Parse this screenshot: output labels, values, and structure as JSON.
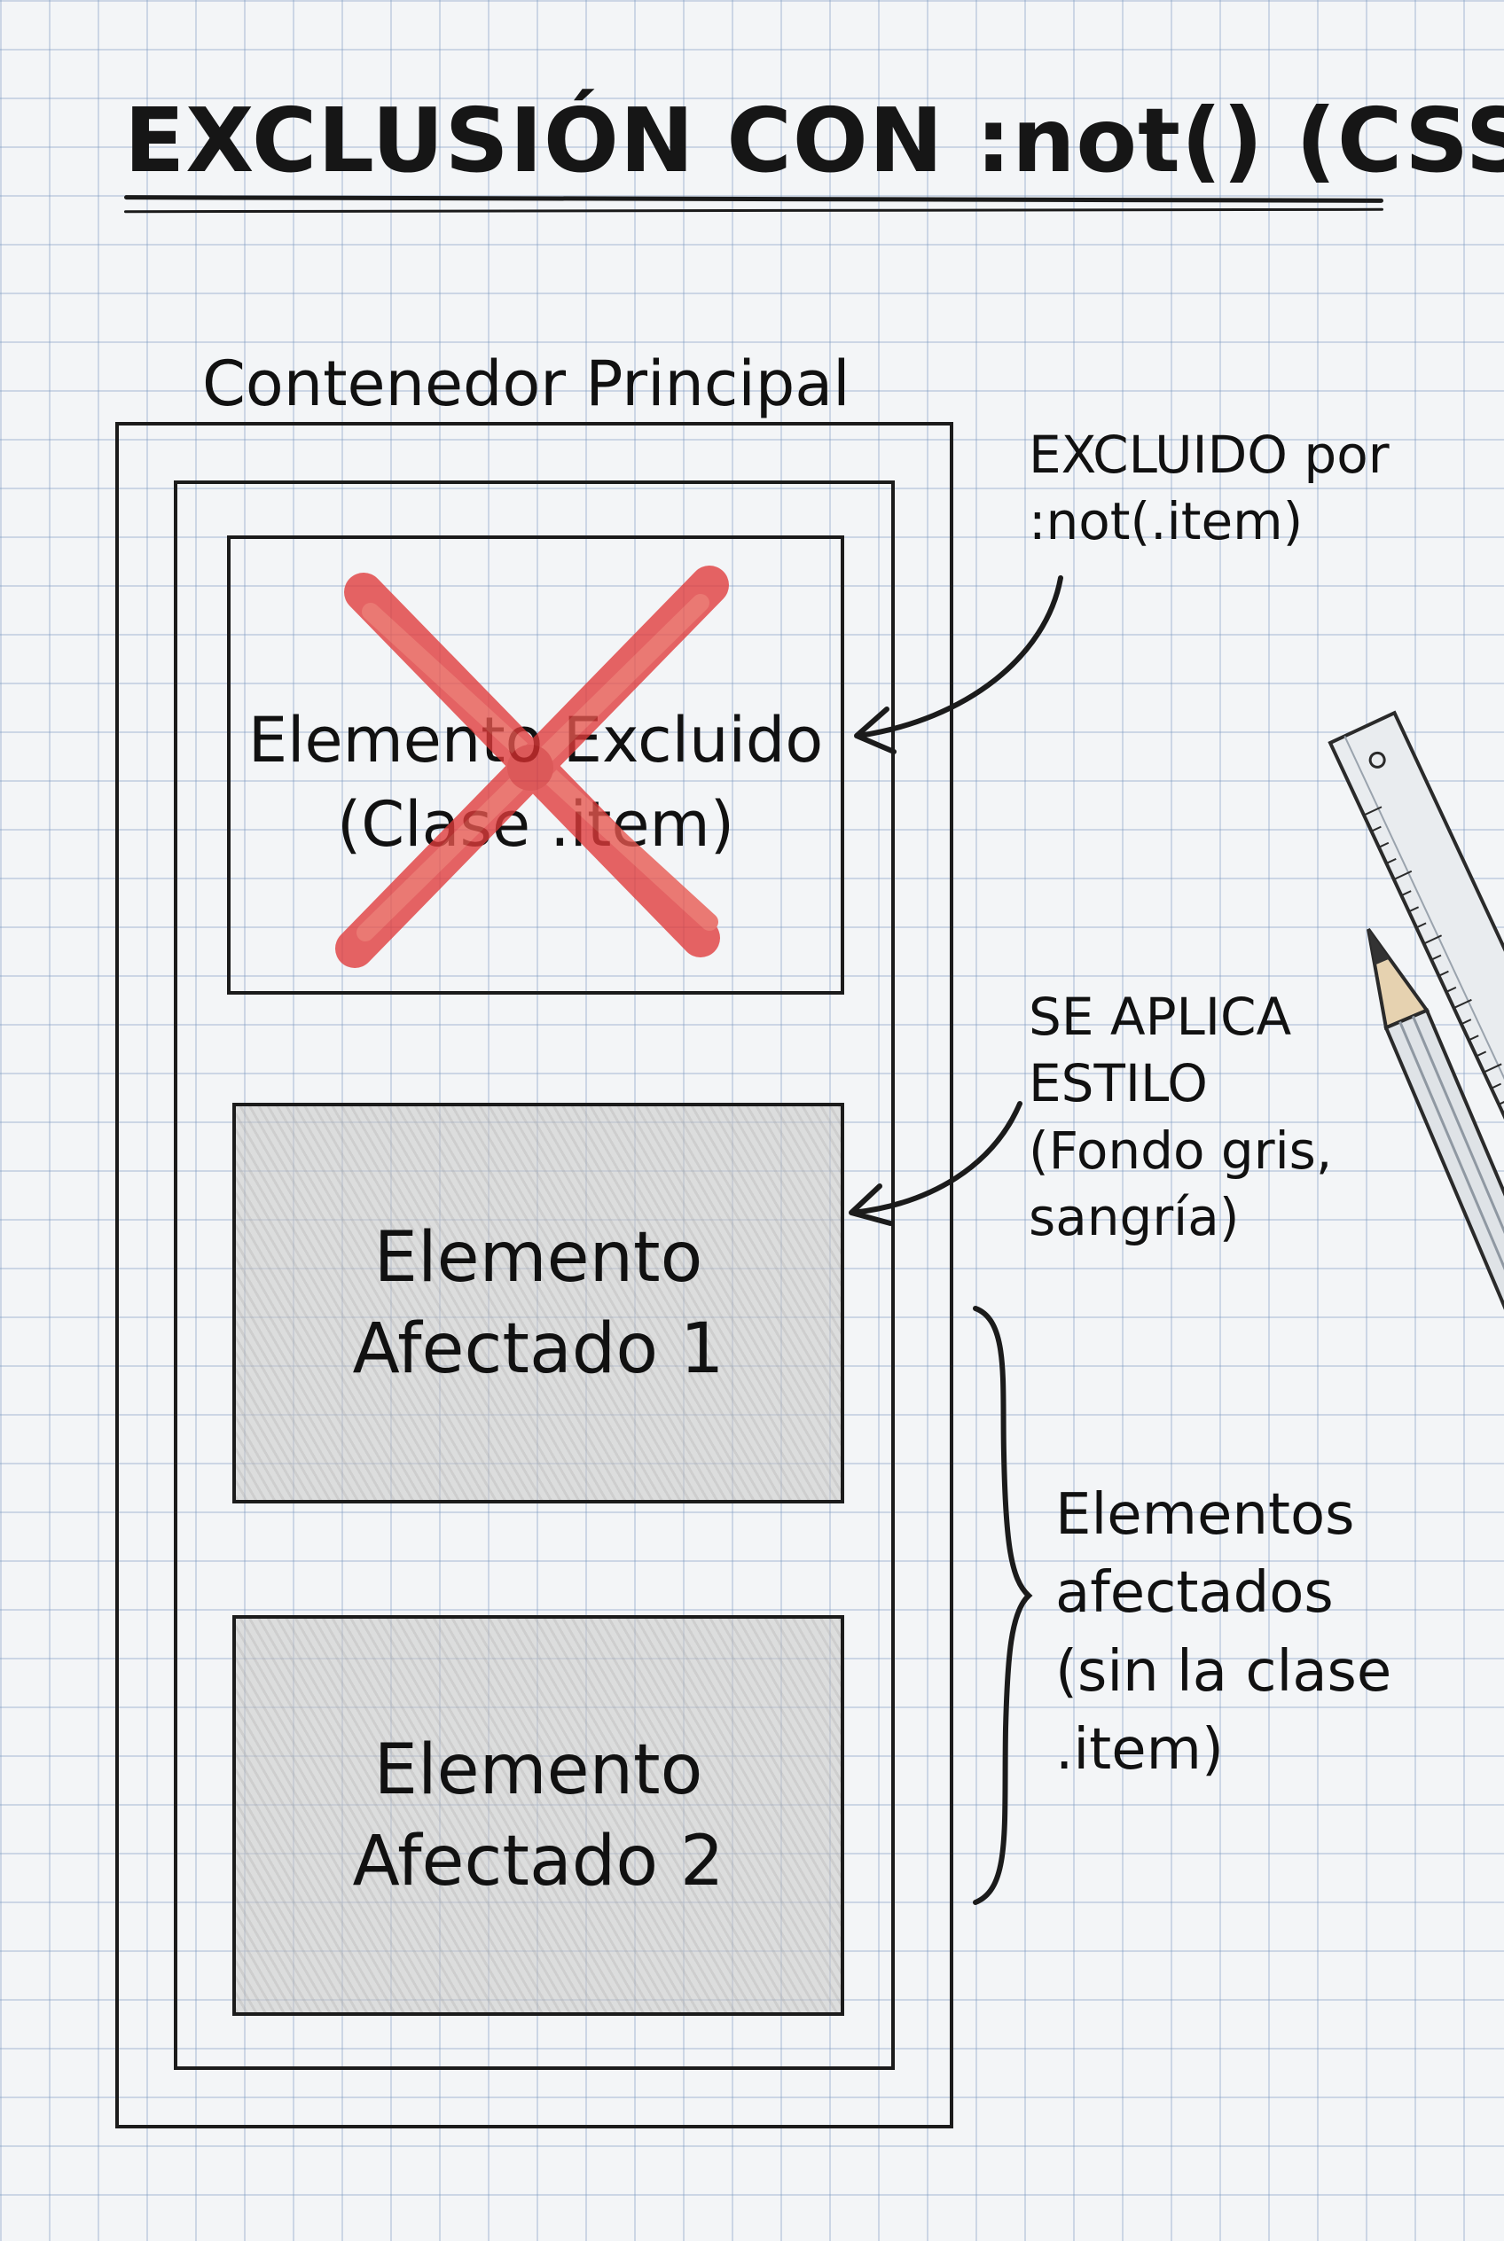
{
  "title": "EXCLUSIÓN CON :not() (CSS)",
  "container_label": "Contenedor Principal",
  "excluded_box": {
    "line1": "Elemento Excluido",
    "line2": "(Clase .item)"
  },
  "affected_box_1": {
    "line1": "Elemento",
    "line2": "Afectado 1"
  },
  "affected_box_2": {
    "line1": "Elemento",
    "line2": "Afectado 2"
  },
  "annotation_excluded": {
    "line1": "EXCLUIDO por",
    "line2": ":not(.item)"
  },
  "annotation_style": {
    "line1": "SE APLICA",
    "line2": "ESTILO",
    "line3": "(Fondo gris,",
    "line4": "sangría)"
  },
  "annotation_affected": {
    "line1": "Elementos",
    "line2": "afectados",
    "line3": "(sin la clase",
    "line4": ".item)"
  },
  "colors": {
    "cross": "#e03a3a",
    "ink": "#1b1b1b",
    "affected_fill": "#c8c8c8",
    "grid": "#a9bdd6"
  },
  "icons": [
    "cross-mark-icon",
    "ruler-icon",
    "pencil-icon"
  ]
}
